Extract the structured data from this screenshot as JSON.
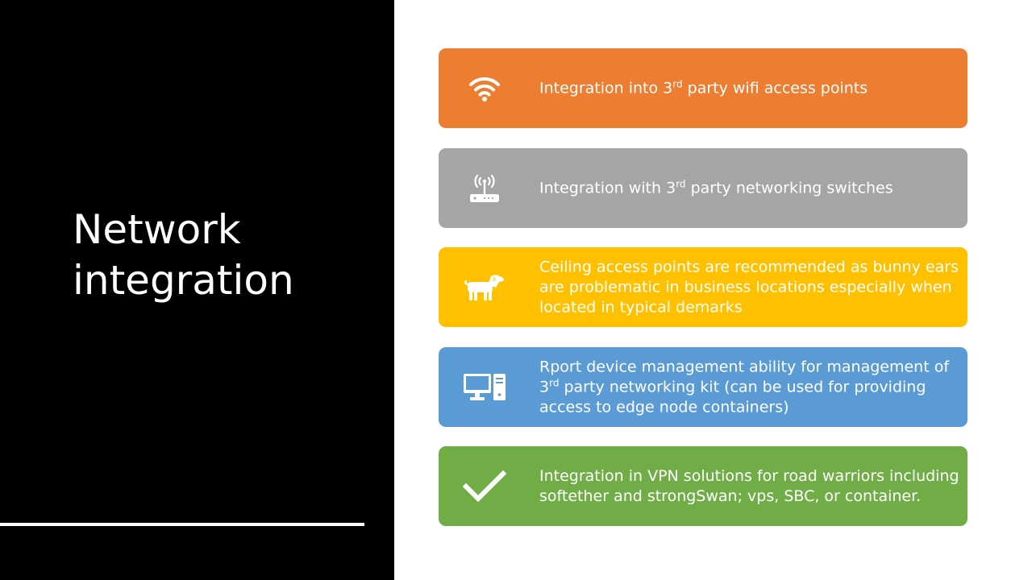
{
  "slide": {
    "title_line1": "Network",
    "title_line2": "integration"
  },
  "colors": {
    "left_panel": "#000000",
    "orange": "#ED7D31",
    "gray": "#A5A5A5",
    "yellow": "#FFC000",
    "blue": "#5B9BD5",
    "green": "#70AD47",
    "text": "#FFFFFF"
  },
  "cards": [
    {
      "icon": "wifi-icon",
      "text_before": "Integration into 3",
      "sup": "rd",
      "text_after": " party wifi access points"
    },
    {
      "icon": "router-icon",
      "text_before": "Integration with 3",
      "sup": "rd",
      "text_after": " party networking switches"
    },
    {
      "icon": "dog-icon",
      "text": "Ceiling access points are recommended as bunny ears are problematic in business locations especially when located in typical demarks"
    },
    {
      "icon": "computer-icon",
      "text_before": "Rport device management ability for management of 3",
      "sup": "rd",
      "text_after": " party networking kit (can be used for providing access to edge node containers)"
    },
    {
      "icon": "checkmark-icon",
      "text": "Integration in VPN solutions for road warriors including softether and strongSwan; vps, SBC, or container."
    }
  ]
}
